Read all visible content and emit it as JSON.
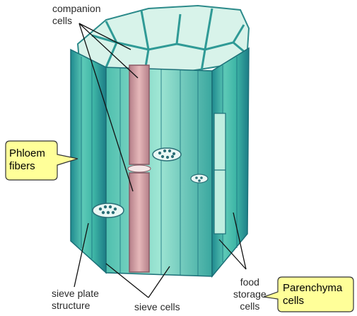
{
  "labels": {
    "companion_cells": "companion\ncells",
    "sieve_plate_structure": "sieve plate\nstructure",
    "sieve_cells": "sieve cells",
    "food_storage_cells": "food\nstorage\ncells"
  },
  "callouts": {
    "phloem_fibers": "Phloem\nfibers",
    "parenchyma_cells": "Parenchyma\ncells"
  },
  "colors": {
    "callout_fill": "#ffff99",
    "callout_stroke": "#333333",
    "tissue_teal": "#3fb6a8",
    "tissue_light": "#8fe0cf",
    "tissue_dark": "#1f7f86",
    "sieve_tube_pink": "#d9a3a8"
  }
}
